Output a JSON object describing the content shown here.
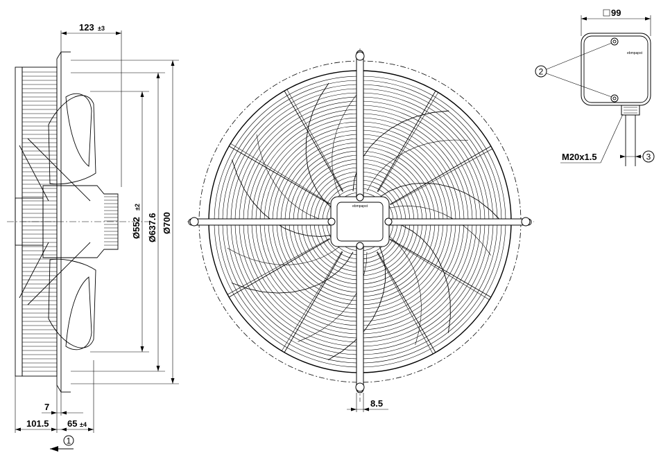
{
  "dimensions": {
    "depth_123": "123",
    "depth_123_tol": "±3",
    "dia_552": "Ø552",
    "dia_552_tol": "±2",
    "dia_637": "Ø637.6",
    "dia_700": "Ø700",
    "flange_7": "7",
    "depth_101": "101.5",
    "depth_65": "65",
    "depth_65_tol": "±4",
    "square_99": "99",
    "gland": "M20x1.5",
    "slot_8_5": "8.5"
  },
  "callouts": {
    "airflow": "1",
    "screws": "2",
    "cable": "3"
  },
  "brand": {
    "hub_logo": "ebmpapst",
    "box_logo": "ebmpapst"
  },
  "colors": {
    "line": "#000000",
    "background": "#ffffff"
  }
}
